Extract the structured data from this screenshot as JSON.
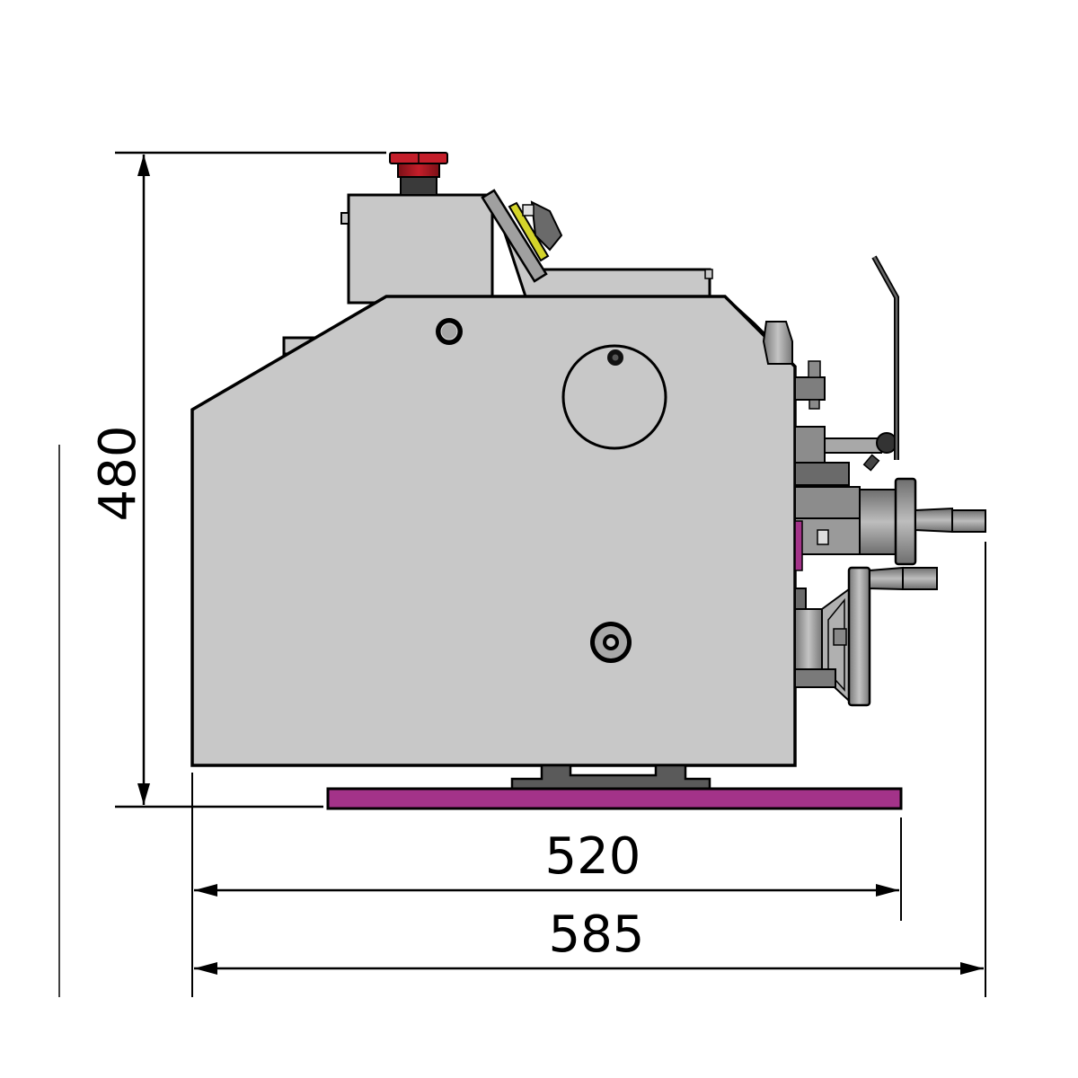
{
  "diagram": {
    "subject": "Bench lathe side view with overall dimensions",
    "colors": {
      "body": "#c8c8c8",
      "outline": "#000000",
      "dark_part": "#5a5a5a",
      "mid_part": "#8c8c8c",
      "base_plate": "#a33389",
      "estop_red": "#b01a24",
      "estop_black": "#333333",
      "panel_yellow": "#d4d42a"
    },
    "dimensions": {
      "height": {
        "label": "480",
        "orientation": "vertical"
      },
      "base_width": {
        "label": "520",
        "orientation": "horizontal"
      },
      "overall_width": {
        "label": "585",
        "orientation": "horizontal"
      }
    }
  }
}
